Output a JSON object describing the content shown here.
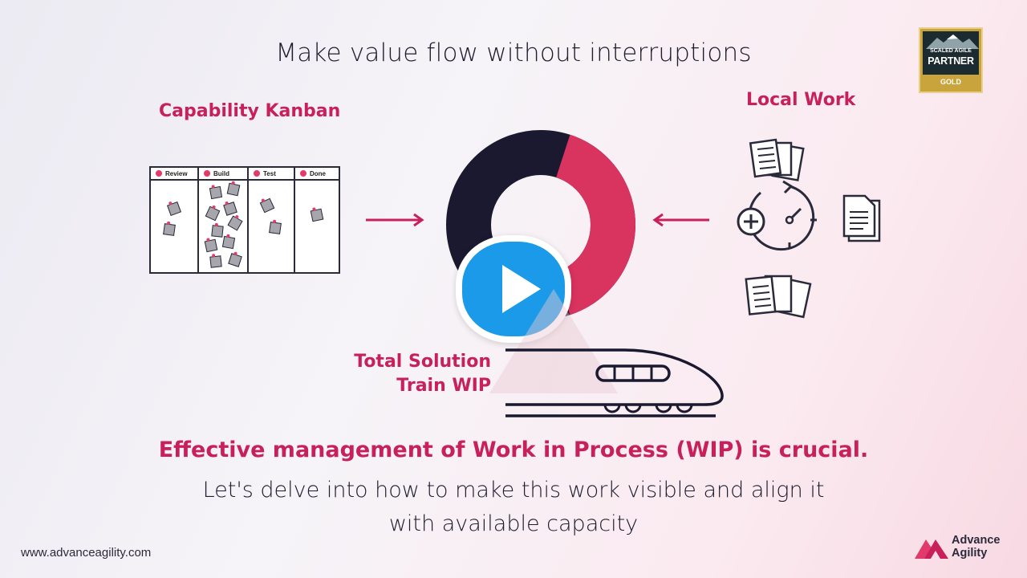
{
  "slide": {
    "title": "Make value flow without interruptions",
    "left_heading": "Capability Kanban",
    "right_heading": "Local Work",
    "center_label_line1": "Total Solution",
    "center_label_line2": "Train WIP",
    "bottom_bold": "Effective management of Work in Process (WIP) is crucial.",
    "bottom_line1": "Let's delve into how to make this work visible and align it",
    "bottom_line2": "with available capacity",
    "website": "www.advanceagility.com"
  },
  "badge": {
    "line1": "SCALED AGILE",
    "line2": "PARTNER",
    "line3": "GOLD"
  },
  "brand": {
    "line1": "Advance",
    "line2": "Agility"
  },
  "kanban": {
    "columns": [
      {
        "label": "Review"
      },
      {
        "label": "Build"
      },
      {
        "label": "Test"
      },
      {
        "label": "Done"
      }
    ]
  },
  "donut": {
    "share_pink": 0.4,
    "colors": {
      "dark": "#1a1930",
      "pink": "#d9335f"
    }
  },
  "colors": {
    "accent": "#c8205a",
    "dark": "#1e1d2e",
    "play": "#1a9ae8"
  },
  "icons": {
    "play": "play-icon",
    "clock": "clock-plus-icon",
    "document": "document-icon",
    "train": "train-icon"
  }
}
